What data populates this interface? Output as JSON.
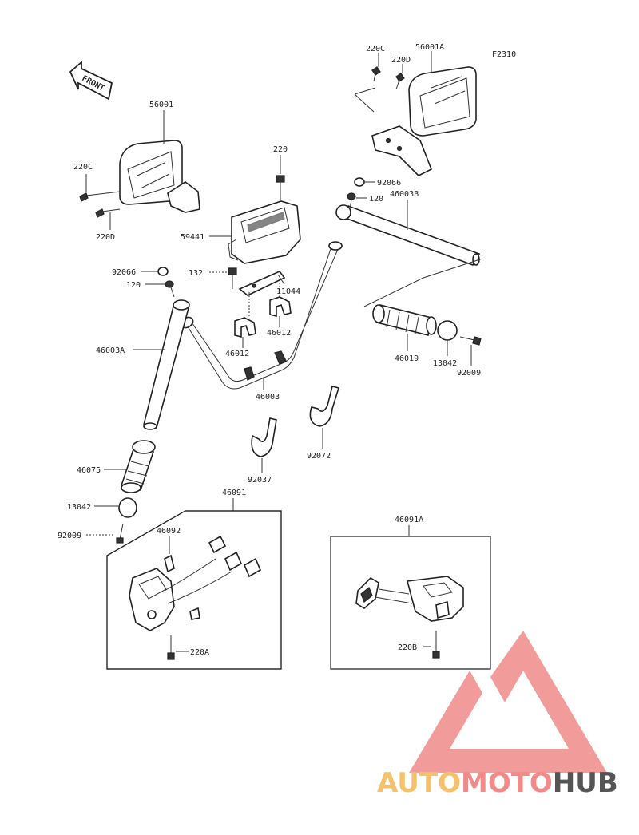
{
  "figure_code": "F2310",
  "front_arrow": "FRONT",
  "labels": {
    "p56001": "56001",
    "p56001A": "56001A",
    "p220C_left": "220C",
    "p220D_left": "220D",
    "p220C_right": "220C",
    "p220D_right": "220D",
    "p220": "220",
    "p59441": "59441",
    "p132": "132",
    "p11044": "11044",
    "p92066_left": "92066",
    "p120_left": "120",
    "p92066_right": "92066",
    "p120_right": "120",
    "p46003B": "46003B",
    "p46003A": "46003A",
    "p46003": "46003",
    "p46012_left": "46012",
    "p46012_right": "46012",
    "p46019": "46019",
    "p13042_right": "13042",
    "p92009_right": "92009",
    "p92072": "92072",
    "p92037": "92037",
    "p46075": "46075",
    "p13042_left": "13042",
    "p92009_left": "92009",
    "p46091": "46091",
    "p46092": "46092",
    "p220A": "220A",
    "p46091A": "46091A",
    "p220B": "220B"
  },
  "watermark": {
    "auto": "AUTO",
    "moto": "MOTO",
    "hub": "HUB",
    "colors": {
      "triangle": "#f08a8a",
      "auto": "#f5c16b",
      "moto": "#f28a8a",
      "hub": "#555555"
    }
  }
}
